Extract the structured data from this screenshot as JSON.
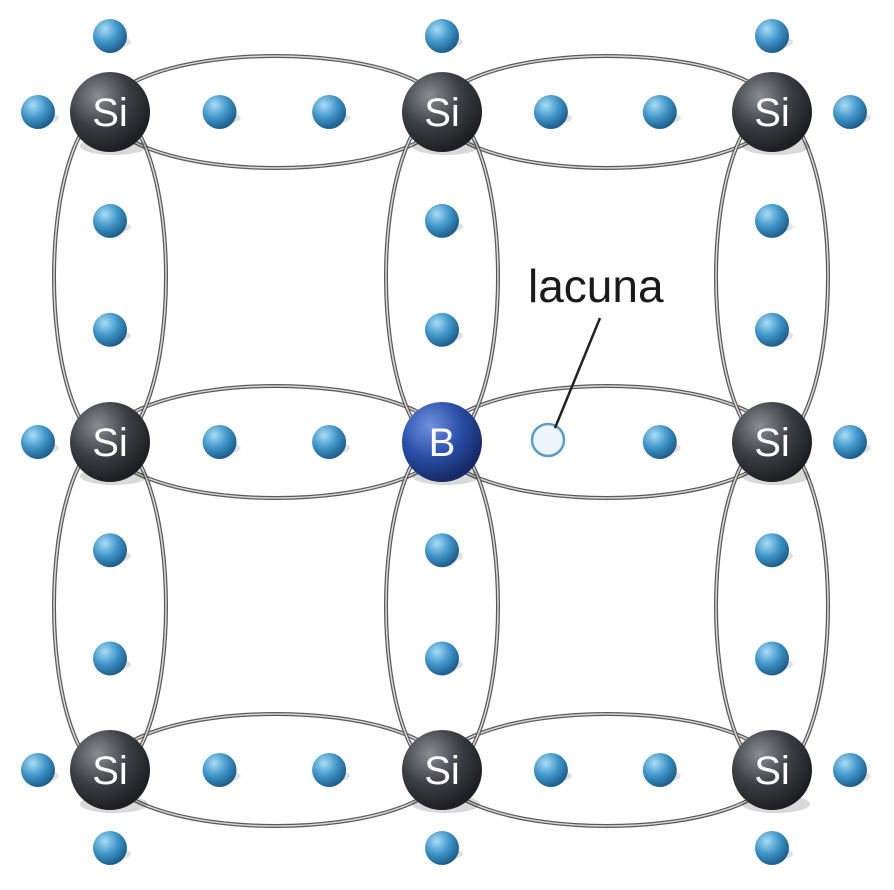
{
  "diagram": {
    "atoms": {
      "si_label": "Si",
      "b_label": "B"
    },
    "callout": {
      "label": "lacuna"
    },
    "colors": {
      "silicon": "#3b3e42",
      "boron": "#2a4fa8",
      "electron": "#3f95c9",
      "bond": "#8f8f8f",
      "hole_fill": "#eef6fb",
      "hole_stroke": "#5a9ec8"
    }
  }
}
